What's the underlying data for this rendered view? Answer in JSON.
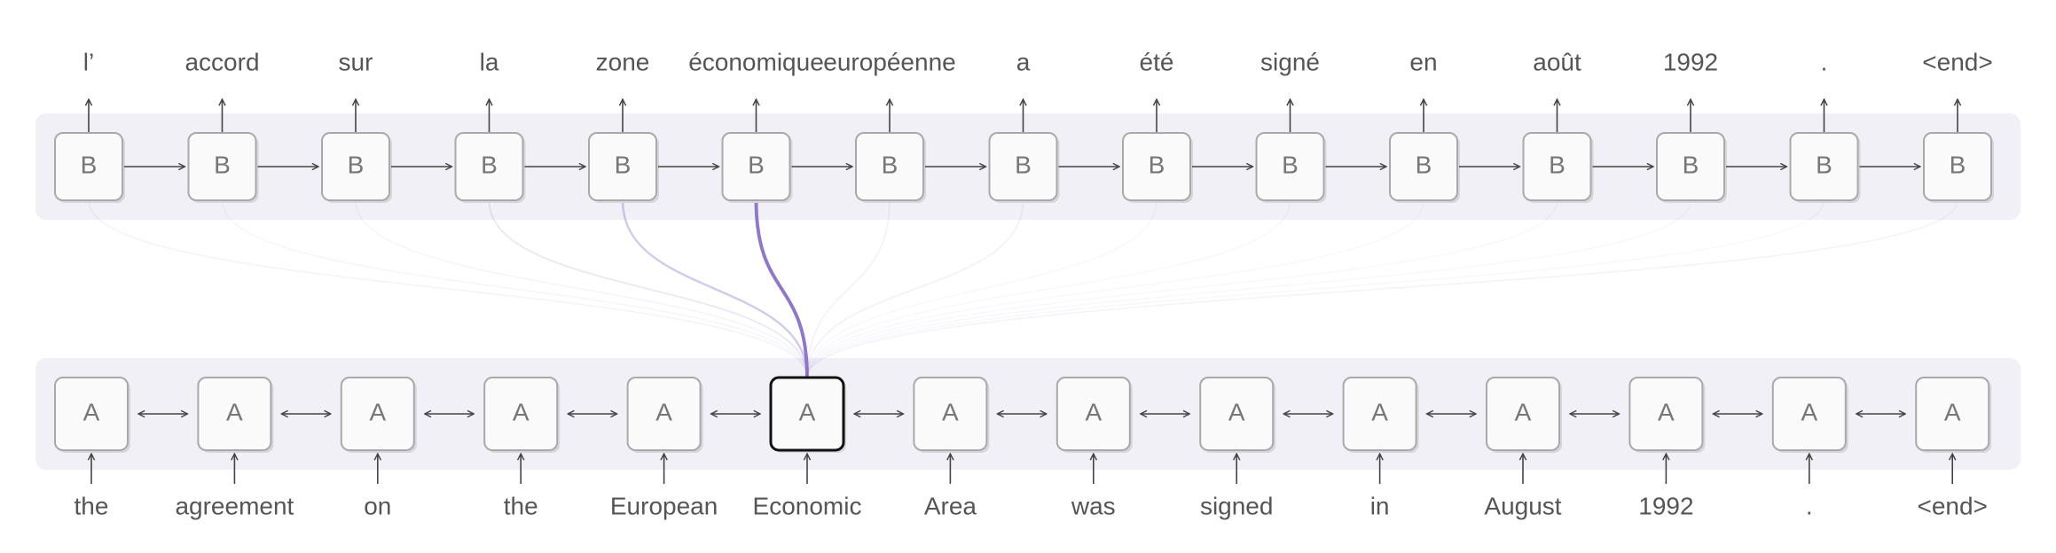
{
  "decoder": {
    "cell_label": "B",
    "words": [
      "l’",
      "accord",
      "sur",
      "la",
      "zone",
      "économique",
      "européenne",
      "a",
      "été",
      "signé",
      "en",
      "août",
      "1992",
      ".",
      "<end>"
    ]
  },
  "encoder": {
    "cell_label": "A",
    "words": [
      "the",
      "agreement",
      "on",
      "the",
      "European",
      "Economic",
      "Area",
      "was",
      "signed",
      "in",
      "August",
      "1992",
      ".",
      "<end>"
    ],
    "highlighted_index": 5
  },
  "attention": {
    "color": "#8b70c4",
    "weights": [
      0.04,
      0.02,
      0.03,
      0.12,
      0.35,
      0.95,
      0.05,
      0.06,
      0.01,
      0.01,
      0.01,
      0.01,
      0.01,
      0.01,
      0.04
    ]
  }
}
